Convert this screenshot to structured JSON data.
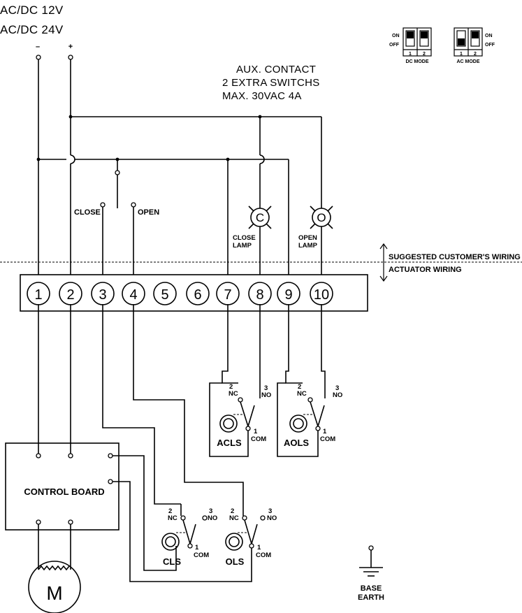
{
  "supply": {
    "line1": "AC/DC 12V",
    "line2": "AC/DC 24V",
    "minus": "–",
    "plus": "+"
  },
  "aux": {
    "line1": "AUX. CONTACT",
    "line2": "2 EXTRA SWITCHS",
    "line3": "MAX. 30VAC 4A"
  },
  "dip": {
    "on": "ON",
    "off": "OFF",
    "sw1": "1",
    "sw2": "2",
    "dc_mode": "DC MODE",
    "ac_mode": "AC MODE"
  },
  "switch_labels": {
    "close": "CLOSE",
    "open": "OPEN"
  },
  "lamps": {
    "close_symbol": "C",
    "open_symbol": "O",
    "close_line1": "CLOSE",
    "close_line2": "LAMP",
    "open_line1": "OPEN",
    "open_line2": "LAMP"
  },
  "wiring": {
    "customer": "SUGGESTED CUSTOMER'S WIRING",
    "actuator": "ACTUATOR WIRING"
  },
  "terminals": [
    "1",
    "2",
    "3",
    "4",
    "5",
    "6",
    "7",
    "8",
    "9",
    "10"
  ],
  "contacts": {
    "nc_num": "2",
    "nc": "NC",
    "no_num": "3",
    "no": "NO",
    "com_num": "1",
    "com": "COM"
  },
  "limit_switches": {
    "acls": "ACLS",
    "aols": "AOLS",
    "cls": "CLS",
    "ols": "OLS"
  },
  "control_board": "CONTROL BOARD",
  "motor": "M",
  "earth": {
    "line1": "BASE",
    "line2": "EARTH"
  }
}
